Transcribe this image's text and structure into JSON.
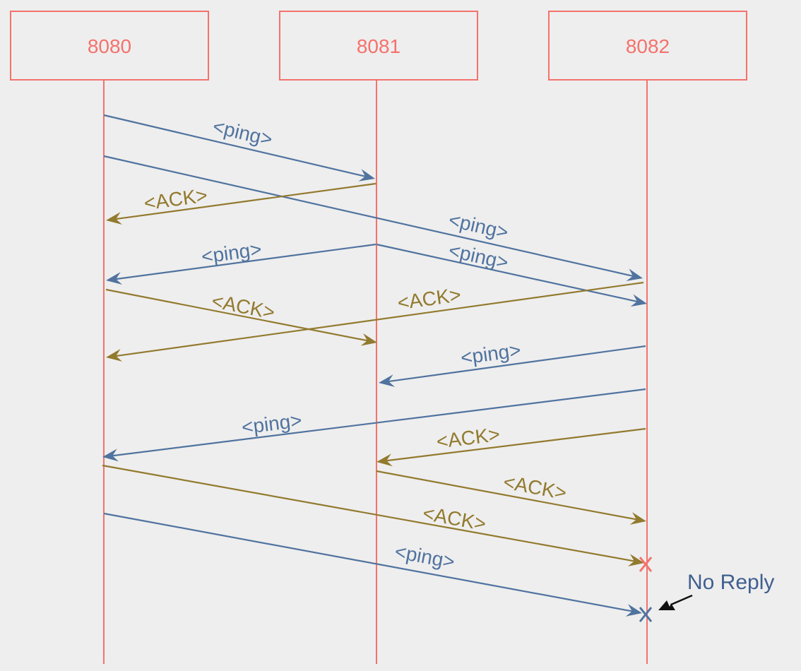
{
  "participants": [
    "8080",
    "8081",
    "8082"
  ],
  "colors": {
    "lifeline": "#f4726d",
    "ping": "#50739f",
    "ack": "#927a2e",
    "note_arrow": "#111111",
    "background": "#eeeeee"
  },
  "messages": [
    {
      "label": "<ping>",
      "kind": "ping",
      "from": "8080",
      "to": "8081",
      "end": "arrow"
    },
    {
      "label": "<ping>",
      "kind": "ping",
      "from": "8080",
      "to": "8082",
      "end": "arrow"
    },
    {
      "label": "<ACK>",
      "kind": "ack",
      "from": "8081",
      "to": "8080",
      "end": "arrow"
    },
    {
      "label": "<ping>",
      "kind": "ping",
      "from": "8081",
      "to": "8080",
      "end": "arrow"
    },
    {
      "label": "<ping>",
      "kind": "ping",
      "from": "8081",
      "to": "8082",
      "end": "arrow"
    },
    {
      "label": "<ACK>",
      "kind": "ack",
      "from": "8080",
      "to": "8081",
      "end": "arrow"
    },
    {
      "label": "<ACK>",
      "kind": "ack",
      "from": "8082",
      "to": "8080",
      "end": "arrow"
    },
    {
      "label": "<ping>",
      "kind": "ping",
      "from": "8082",
      "to": "8081",
      "end": "arrow"
    },
    {
      "label": "<ping>",
      "kind": "ping",
      "from": "8082",
      "to": "8080",
      "end": "arrow"
    },
    {
      "label": "<ACK>",
      "kind": "ack",
      "from": "8082",
      "to": "8081",
      "end": "arrow"
    },
    {
      "label": "<ACK>",
      "kind": "ack",
      "from": "8081",
      "to": "8082",
      "end": "arrow"
    },
    {
      "label": "<ACK>",
      "kind": "ack",
      "from": "8080",
      "to": "8082",
      "end": "lost"
    },
    {
      "label": "<ping>",
      "kind": "ping",
      "from": "8080",
      "to": "8082",
      "end": "lost"
    }
  ],
  "note": {
    "text": "No Reply",
    "color": "#3f5f8f"
  }
}
